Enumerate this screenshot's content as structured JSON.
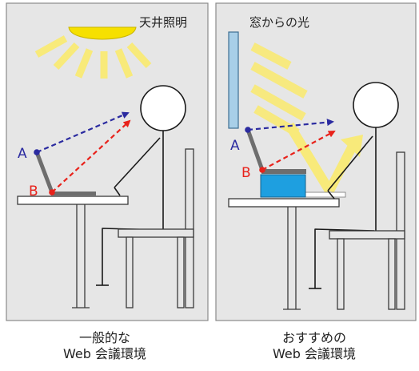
{
  "panels": {
    "left": {
      "light_label": "天井照明",
      "point_a": "A",
      "point_b": "B",
      "caption_line1": "一般的な",
      "caption_line2": "Web 会議環境"
    },
    "right": {
      "light_label": "窓からの光",
      "point_a": "A",
      "point_b": "B",
      "caption_line1": "おすすめの",
      "caption_line2": "Web 会議環境"
    }
  },
  "colors": {
    "panel_bg": "#e6e6e6",
    "panel_border": "#8a8a8a",
    "light_yellow": "#f8ea7a",
    "lamp_yellow": "#f6e000",
    "sightline_blue": "#2b2ba0",
    "sightline_red": "#e8221b",
    "laptop_stand_blue": "#1e9fe0",
    "window_blue": "#a8cfe8"
  }
}
